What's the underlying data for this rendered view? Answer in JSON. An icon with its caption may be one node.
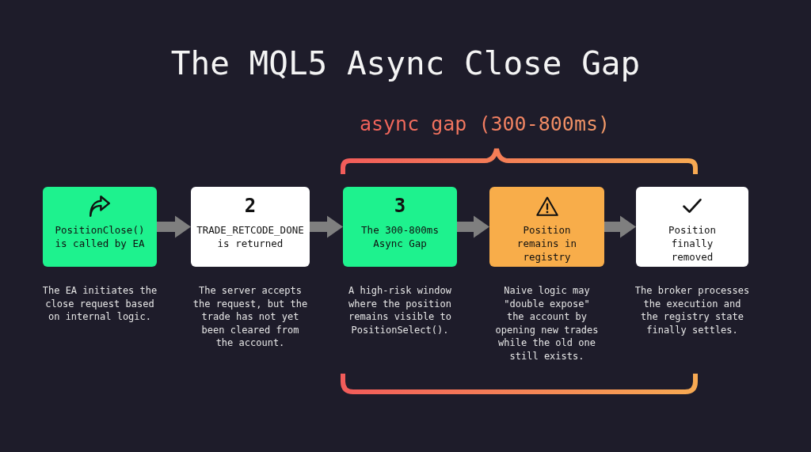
{
  "diagram": {
    "title": "The MQL5 Async Close Gap",
    "nodes": [
      {
        "text": [
          "PositionClose() is called by EA"
        ],
        "beside": [
          "The EA initiates the close request based on internal logic."
        ]
      },
      {
        "text": [
          "2",
          "TRADE_RETCODE_DONE is returned"
        ],
        "beside": [
          "The server accepts the request, but the trade has not yet been cleared from the account."
        ]
      },
      {
        "text": [
          "3",
          "The 300-800ms Async Gap"
        ],
        "beside": [
          "A high-risk window where the position remains visible to PositionSelect()."
        ]
      },
      {
        "text": [
          "Position remains in registry"
        ],
        "beside": [
          "Naive logic may \"double expose\" the account by opening new trades while the old one still exists."
        ]
      },
      {
        "text": [
          "Position finally removed"
        ],
        "beside": [
          "The broker processes the execution and the registry state finally settles."
        ]
      }
    ],
    "edges": [
      {
        "from": 0,
        "to": 1,
        "arrow": "to"
      },
      {
        "from": 1,
        "to": 2,
        "arrow": "to"
      },
      {
        "from": 2,
        "to": 3,
        "arrow": "to"
      },
      {
        "from": 3,
        "to": 4,
        "arrow": "to"
      }
    ],
    "labels": [
      "async gap (300-800ms)"
    ]
  }
}
